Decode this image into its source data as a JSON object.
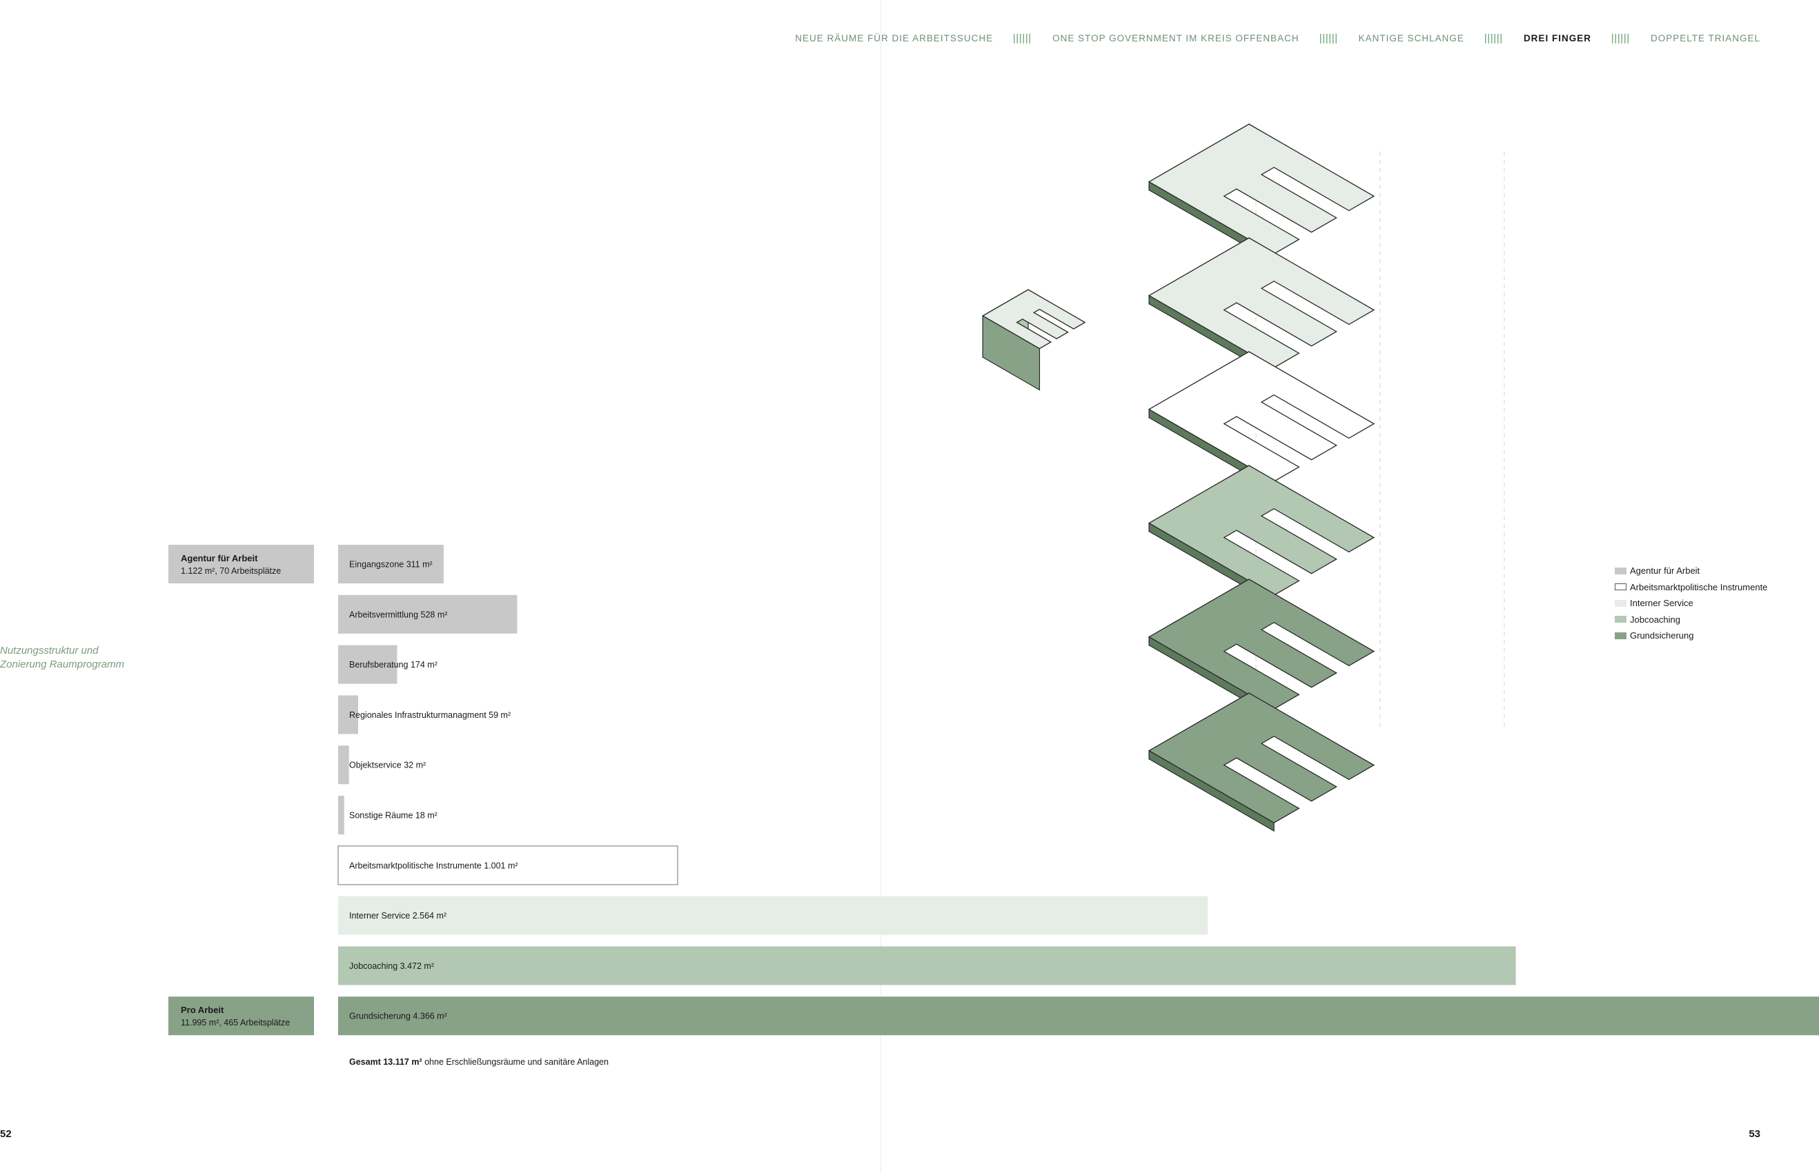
{
  "nav": {
    "items": [
      {
        "label": "NEUE RÄUME FÜR DIE ARBEITSSUCHE",
        "active": false
      },
      {
        "label": "ONE STOP GOVERNMENT IM KREIS OFFENBACH",
        "active": false
      },
      {
        "label": "KANTIGE SCHLANGE",
        "active": false
      },
      {
        "label": "DREI FINGER",
        "active": true
      },
      {
        "label": "DOPPELTE TRIANGEL",
        "active": false
      }
    ]
  },
  "side_caption": {
    "line1": "Nutzungsstruktur und",
    "line2": "Zonierung Raumprogramm"
  },
  "colors": {
    "agentur": "#c8c8c8",
    "instrumente": "#ffffff",
    "interner_service": "#e6ece6",
    "jobcoaching": "#b3c8b3",
    "grundsicherung": "#88a288",
    "accent": "#6f8f76"
  },
  "chart_data": {
    "type": "bar",
    "orientation": "horizontal",
    "unit": "m²",
    "categories": [
      "Eingangszone",
      "Arbeitsvermittlung",
      "Berufsberatung",
      "Regionales Infrastrukturmanagment",
      "Objektservice",
      "Sonstige Räume",
      "Arbeitsmarktpolitische Instrumente",
      "Interner Service",
      "Jobcoaching",
      "Grundsicherung"
    ],
    "values": [
      311,
      528,
      174,
      59,
      32,
      18,
      1001,
      2564,
      3472,
      4366
    ],
    "value_labels": [
      "311 m²",
      "528 m²",
      "174 m²",
      "59 m²",
      "32 m²",
      "18 m²",
      "1.001 m²",
      "2.564 m²",
      "3.472 m²",
      "4.366 m²"
    ],
    "fill_keys": [
      "agentur",
      "agentur",
      "agentur",
      "agentur",
      "agentur",
      "agentur",
      "instrumente",
      "interner_service",
      "jobcoaching",
      "grundsicherung"
    ],
    "groups": [
      {
        "title": "Agentur für Arbeit",
        "subtitle": "1.122 m², 70 Arbeitsplätze",
        "row": 0
      },
      {
        "title": "Pro Arbeit",
        "subtitle": "11.995 m², 465 Arbeitsplätze",
        "row": 9
      }
    ],
    "total": {
      "label": "Gesamt 13.117 m²",
      "note": "ohne Erschließungsräume und sanitäre Anlagen"
    }
  },
  "legend": [
    {
      "label": "Agentur für Arbeit",
      "key": "agentur"
    },
    {
      "label": "Arbeitsmarktpolitische Instrumente",
      "key": "instrumente"
    },
    {
      "label": "Interner Service",
      "key": "interner_service"
    },
    {
      "label": "Jobcoaching",
      "key": "jobcoaching"
    },
    {
      "label": "Grundsicherung",
      "key": "grundsicherung"
    }
  ],
  "page_numbers": {
    "left": "52",
    "right": "53"
  }
}
